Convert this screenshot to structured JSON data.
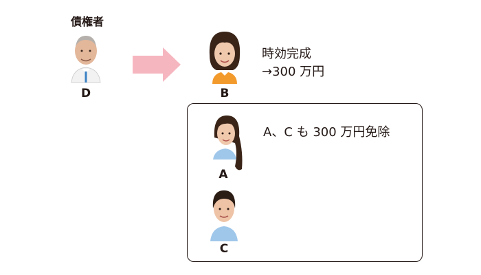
{
  "creditor_label": "債権者",
  "people": {
    "d": {
      "label": "D"
    },
    "b": {
      "label": "B"
    },
    "a": {
      "label": "A"
    },
    "c": {
      "label": "C"
    }
  },
  "b_note": {
    "line1": "時効完成",
    "line2": "→300 万円"
  },
  "box_note": "A、C も 300 万円免除",
  "colors": {
    "arrow": "#f6b6c0",
    "box_border": "#231815",
    "b_shirt": "#f39a2c",
    "ac_shirt": "#9fc7ea",
    "d_tie": "#3a82c4"
  },
  "icons": {
    "d": "man-avatar-icon",
    "b": "woman-avatar-icon",
    "a": "girl-avatar-icon",
    "c": "man-avatar-icon",
    "transfer": "arrow-right-icon"
  }
}
